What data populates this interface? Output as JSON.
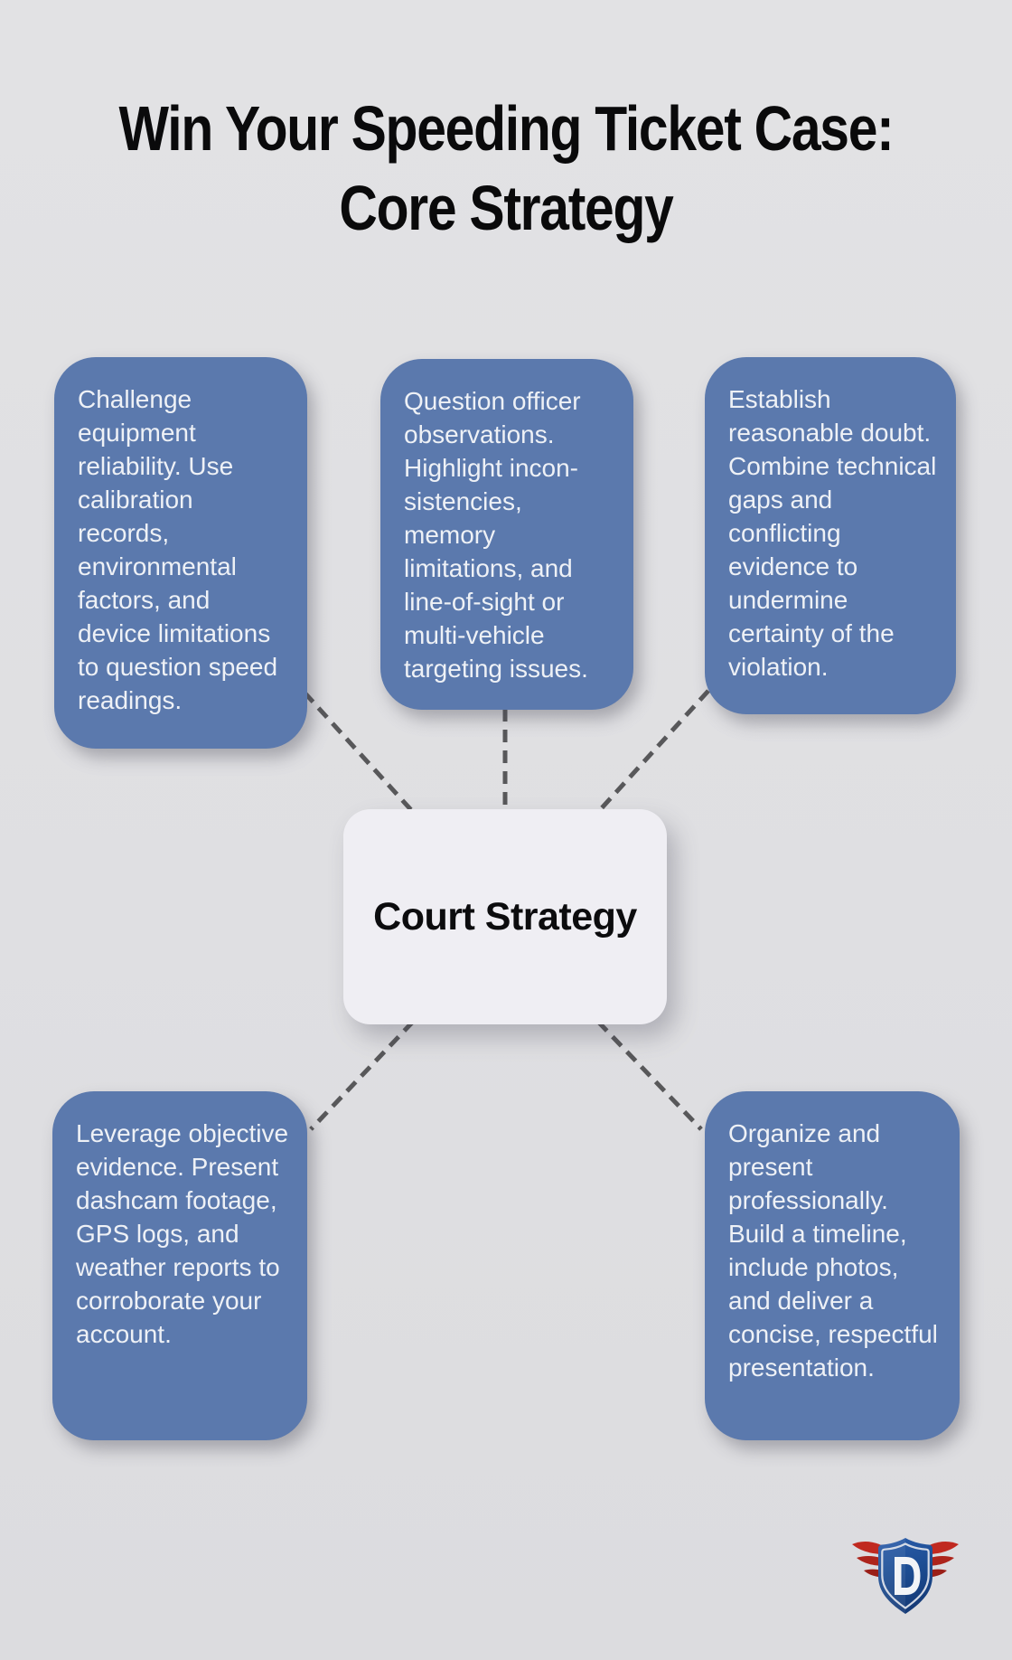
{
  "page": {
    "background_color": "#e0e0e2",
    "title": {
      "line1": "Win Your Speeding Ticket Case:",
      "line2": "Core Strategy",
      "color": "#0a0a0b"
    }
  },
  "diagram": {
    "center_node": {
      "label": "Court Strategy",
      "background": "#efeef3",
      "text_color": "#0c0c0e"
    },
    "node_style": {
      "background": "#5b79ad",
      "text_color": "#eef1f6"
    },
    "connector_color": "#58585a",
    "nodes": [
      {
        "position": "top-left",
        "text": "Challenge equipment reliability. Use calibration records, environmental factors, and device limitations to question speed readings."
      },
      {
        "position": "top-center",
        "text": "Question officer observations. Highlight incon-sistencies, memory limitations, and line-of-sight or multi-vehicle targeting issues."
      },
      {
        "position": "top-right",
        "text": "Establish reasonable doubt. Combine technical gaps and conflicting evidence to undermine certainty of the violation."
      },
      {
        "position": "bottom-left",
        "text": "Leverage objective evidence. Present dashcam footage, GPS logs, and weather reports to corroborate your account."
      },
      {
        "position": "bottom-right",
        "text": "Organize and present professionally. Build a timeline, include photos, and deliver a concise, respectful presentation."
      }
    ]
  },
  "logo": {
    "letter": "D",
    "shield_color": "#1d4e94",
    "wing_color": "#b3251d"
  }
}
